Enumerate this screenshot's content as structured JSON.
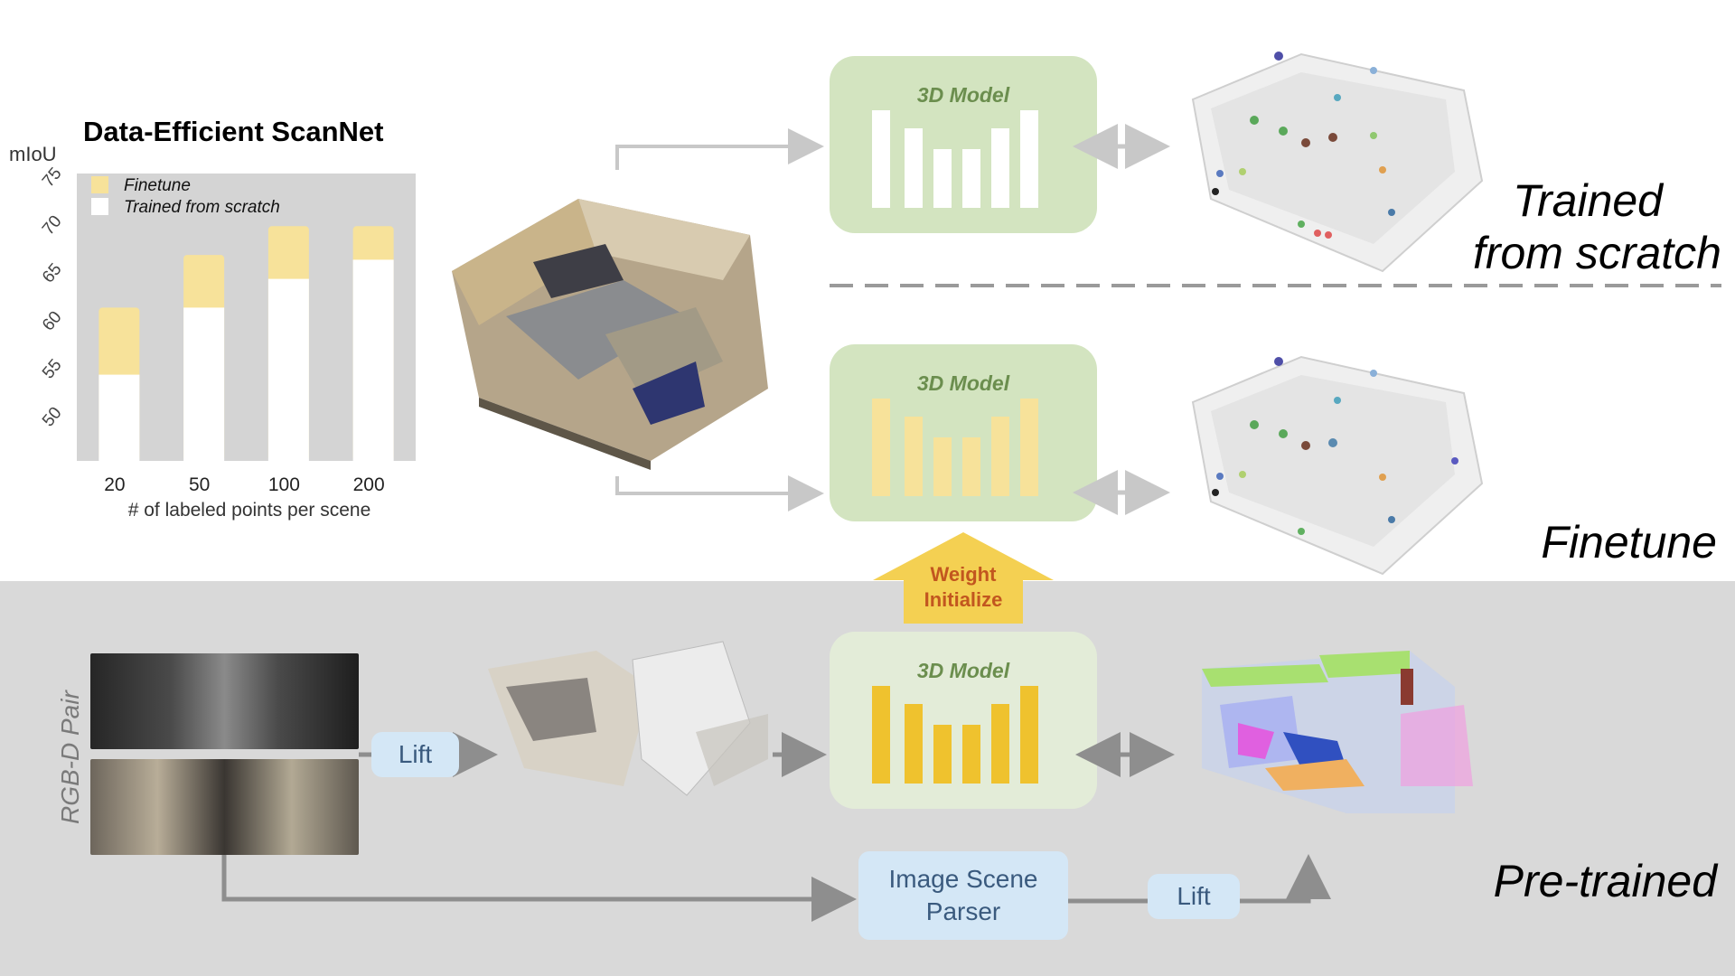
{
  "chart_data": {
    "type": "bar",
    "stacked": true,
    "title": "Data-Efficient ScanNet",
    "ylabel": "mIoU",
    "xlabel": "# of labeled points per scene",
    "categories": [
      "20",
      "50",
      "100",
      "200"
    ],
    "y_ticks": [
      50,
      55,
      60,
      65,
      70,
      75
    ],
    "ylim": [
      45,
      75
    ],
    "series": [
      {
        "name": "Trained from scratch",
        "values": [
          54.0,
          61.0,
          64.0,
          66.0
        ],
        "color": "#ffffff"
      },
      {
        "name": "Finetune",
        "values": [
          61.0,
          66.5,
          69.5,
          69.5
        ],
        "color": "#f7e29a"
      }
    ],
    "background": "#d4d4d4",
    "legend_position": "top-left",
    "grid": false
  },
  "models": {
    "top": {
      "title": "3D Model",
      "bar_color": "#ffffff"
    },
    "middle": {
      "title": "3D Model",
      "bar_color": "#f7e29a"
    },
    "bottom": {
      "title": "3D Model",
      "bar_color": "#efc22e"
    }
  },
  "labels": {
    "trained_line1": "Trained",
    "trained_line2": "from scratch",
    "finetune": "Finetune",
    "pretrained": "Pre-trained",
    "rgbd_pair": "RGB-D Pair",
    "weight_line1": "Weight",
    "weight_line2": "Initialize",
    "lift_1": "Lift",
    "lift_2": "Lift",
    "parser_line1": "Image Scene",
    "parser_line2": "Parser"
  },
  "colors": {
    "model_box_green": "#d3e4c0",
    "model_box_light": "#e3ecd8",
    "arrow_gray_light": "#c8c8c8",
    "arrow_gray_dark": "#8e8e8e",
    "weight_arrow": "#f4d052",
    "weight_text": "#c2561f"
  }
}
